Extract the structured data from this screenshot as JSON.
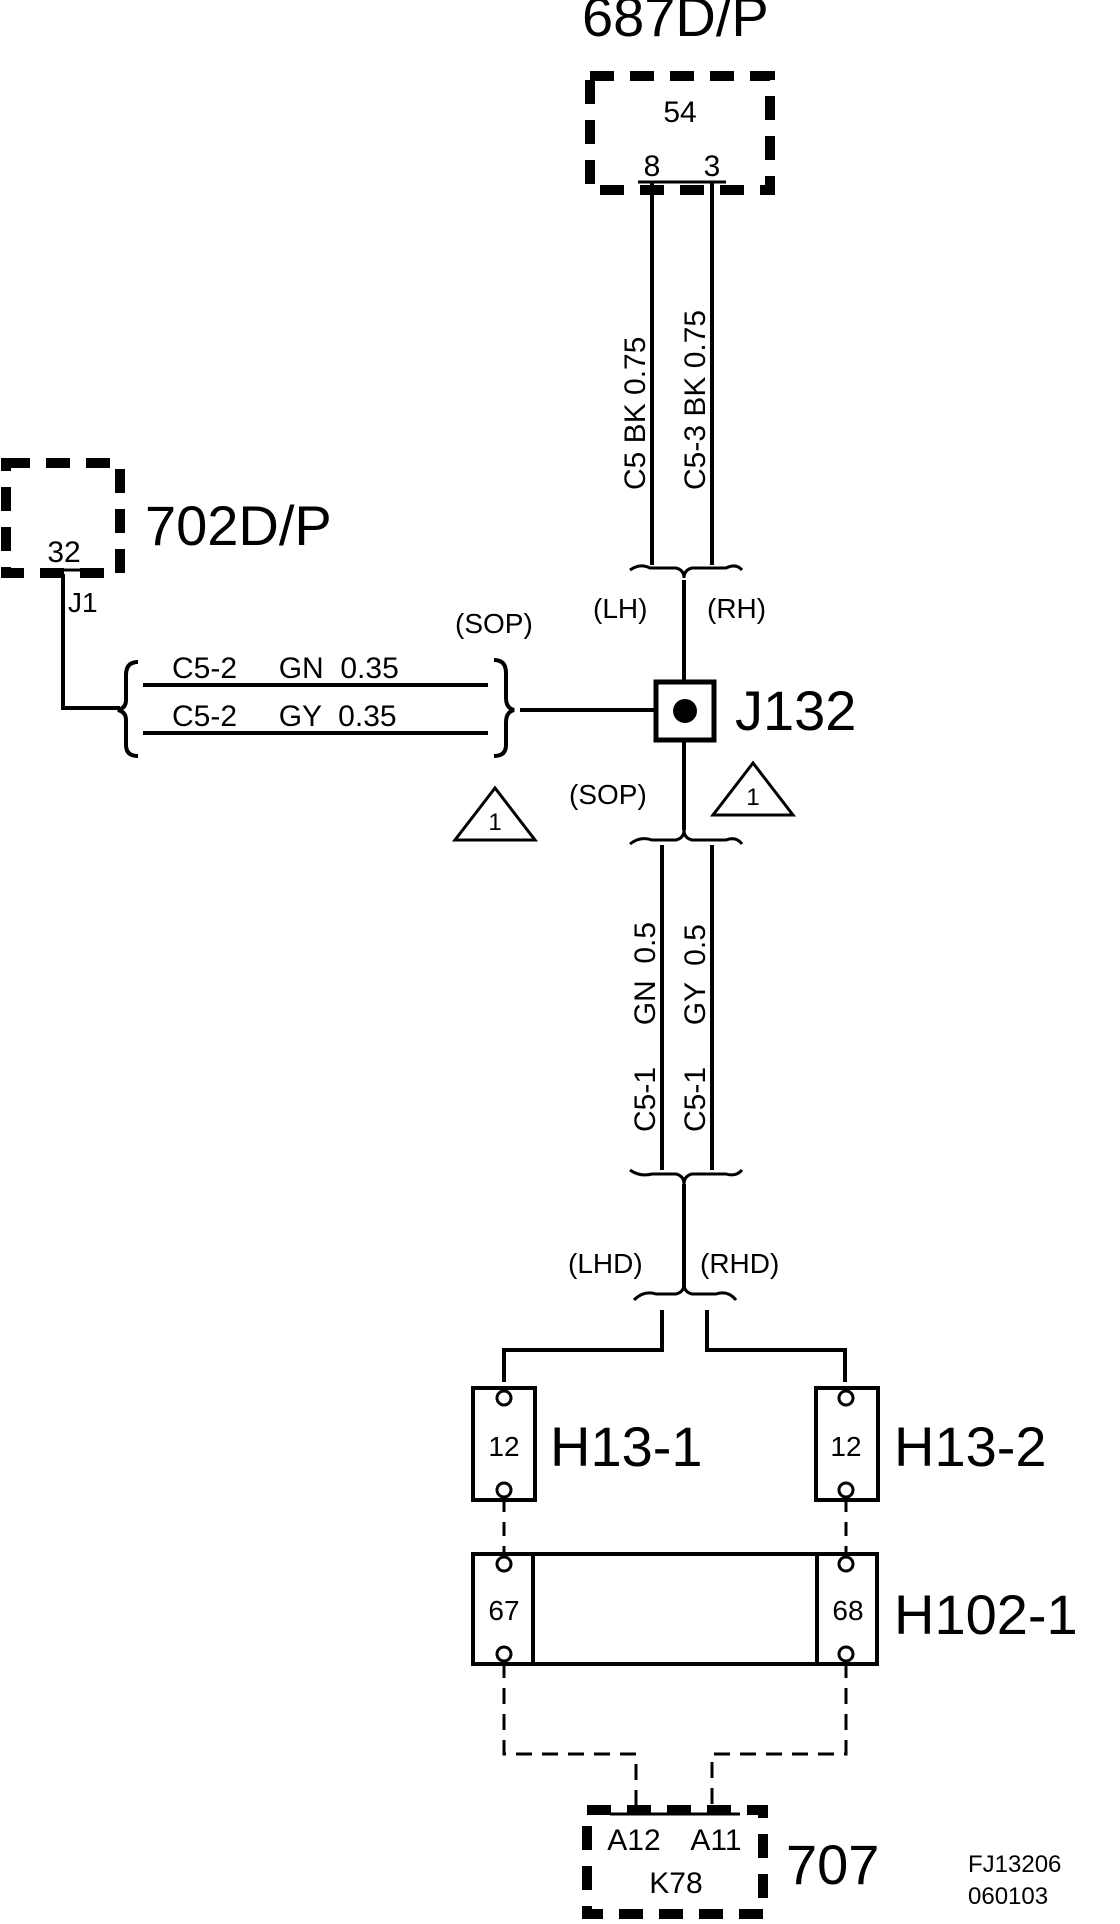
{
  "connectors": {
    "c687": {
      "title": "687D/P",
      "cavity": "54",
      "pin_left": "8",
      "pin_right": "3"
    },
    "c702": {
      "title": "702D/P",
      "pin": "32",
      "sub": "J1"
    },
    "c707": {
      "title": "707",
      "pin_left": "A12",
      "pin_right": "A11",
      "code": "K78"
    },
    "h13_1": {
      "title": "H13-1",
      "pin": "12"
    },
    "h13_2": {
      "title": "H13-2",
      "pin": "12"
    },
    "h102_1": {
      "title": "H102-1",
      "pin_left": "67",
      "pin_right": "68"
    }
  },
  "splice": {
    "title": "J132"
  },
  "wires": {
    "top_left": "C5  BK  0.75",
    "top_right": "C5-3  BK  0.75",
    "mid_upper": "C5-2     GN  0.35",
    "mid_lower": "C5-2     GY  0.35",
    "bot_left": "C5-1     GN  0.5",
    "bot_right": "C5-1     GY  0.5"
  },
  "variants": {
    "lh": "(LH)",
    "rh": "(RH)",
    "sop_upper": "(SOP)",
    "sop_lower": "(SOP)",
    "lhd": "(LHD)",
    "rhd": "(RHD)"
  },
  "notes": {
    "left": "1",
    "right": "1"
  },
  "footer": {
    "ref": "FJ13206",
    "date": "060103"
  }
}
